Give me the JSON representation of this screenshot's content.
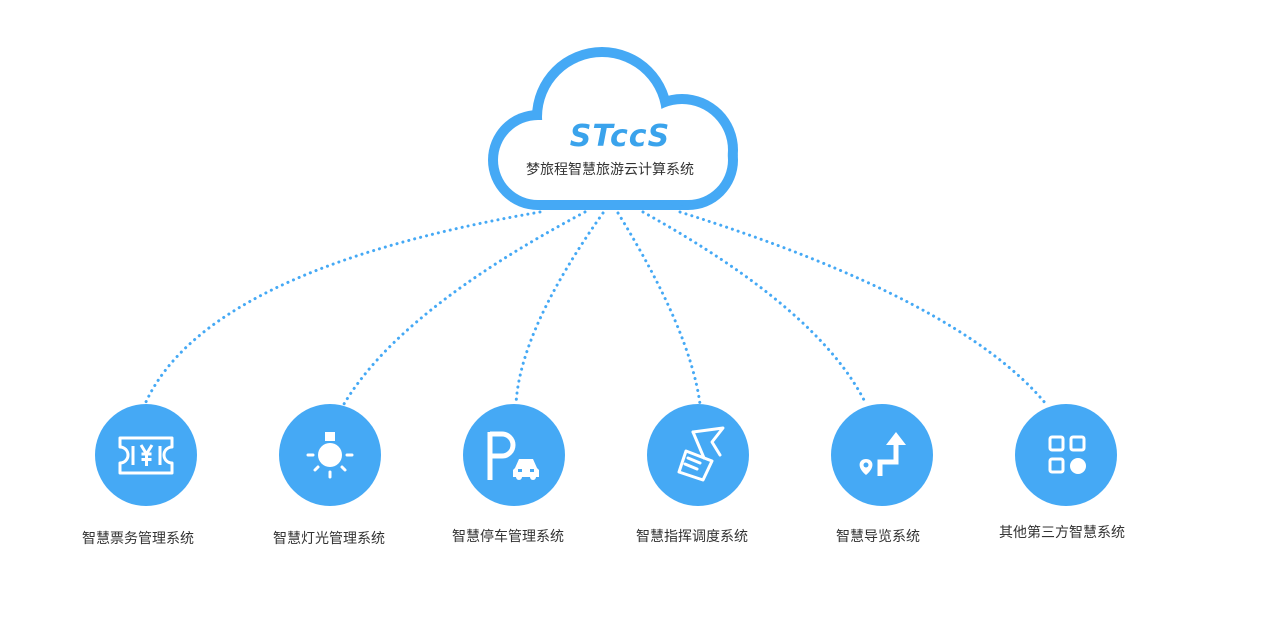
{
  "cloud": {
    "logo": "STccS",
    "label": "梦旅程智慧旅游云计算系统"
  },
  "colors": {
    "primary": "#45a9f5",
    "line": "#45a9f5",
    "text": "#333333",
    "icon": "#ffffff"
  },
  "nodes": [
    {
      "label": "智慧票务管理系统",
      "icon": "ticket-icon"
    },
    {
      "label": "智慧灯光管理系统",
      "icon": "light-icon"
    },
    {
      "label": "智慧停车管理系统",
      "icon": "parking-icon"
    },
    {
      "label": "智慧指挥调度系统",
      "icon": "flag-hand-icon"
    },
    {
      "label": "智慧导览系统",
      "icon": "route-icon"
    },
    {
      "label": "其他第三方智慧系统",
      "icon": "apps-icon"
    }
  ]
}
